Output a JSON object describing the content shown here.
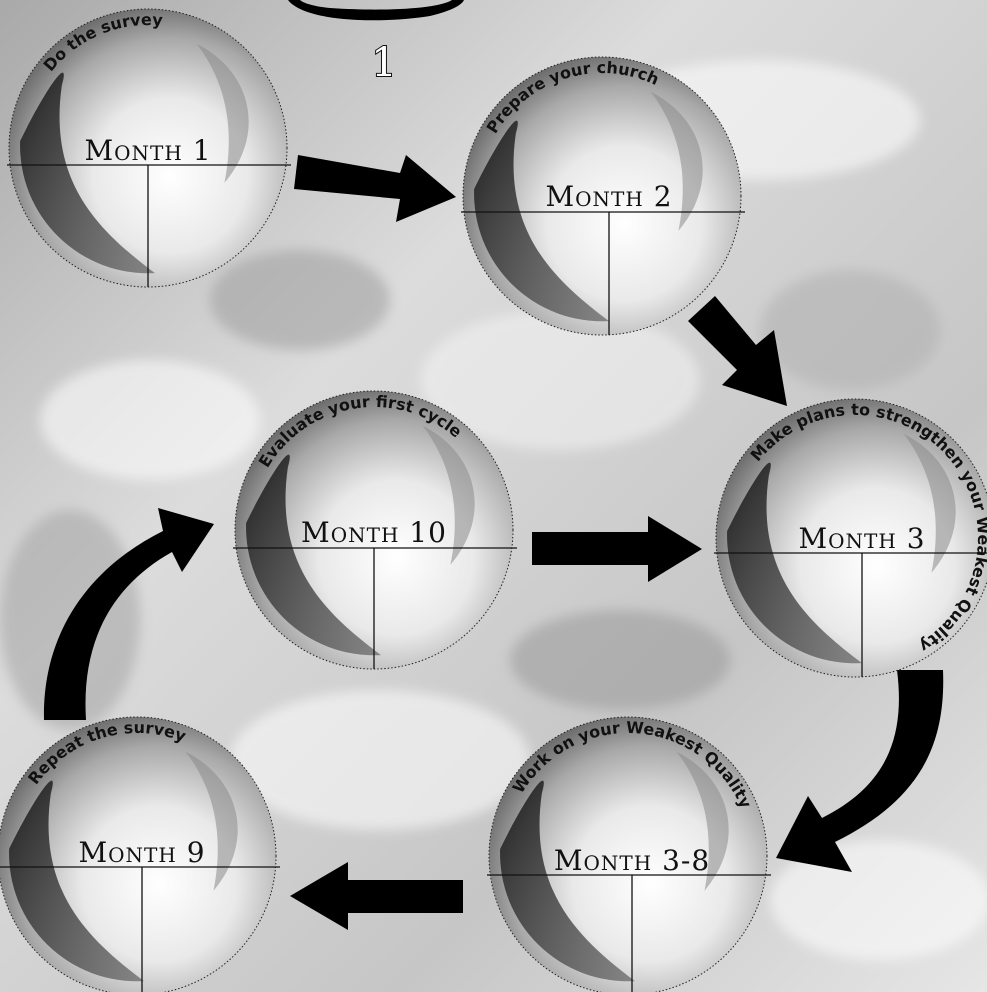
{
  "step_number": "1",
  "stages": [
    {
      "id": "month-1",
      "title": "Month 1",
      "caption": "Do the survey"
    },
    {
      "id": "month-2",
      "title": "Month 2",
      "caption": "Prepare your church"
    },
    {
      "id": "month-3",
      "title": "Month 3",
      "caption": "Make plans to strengthen your Weakest Quality"
    },
    {
      "id": "month-3-8",
      "title": "Month 3-8",
      "caption": "Work on your Weakest Quality"
    },
    {
      "id": "month-9",
      "title": "Month 9",
      "caption": "Repeat the survey"
    },
    {
      "id": "month-10",
      "title": "Month 10",
      "caption": "Evaluate your first cycle"
    }
  ],
  "colors": {
    "arrow": "#000000",
    "background": "#cfcfcf",
    "sphere_dark": "#3a3a3a",
    "sphere_light": "#ffffff"
  }
}
